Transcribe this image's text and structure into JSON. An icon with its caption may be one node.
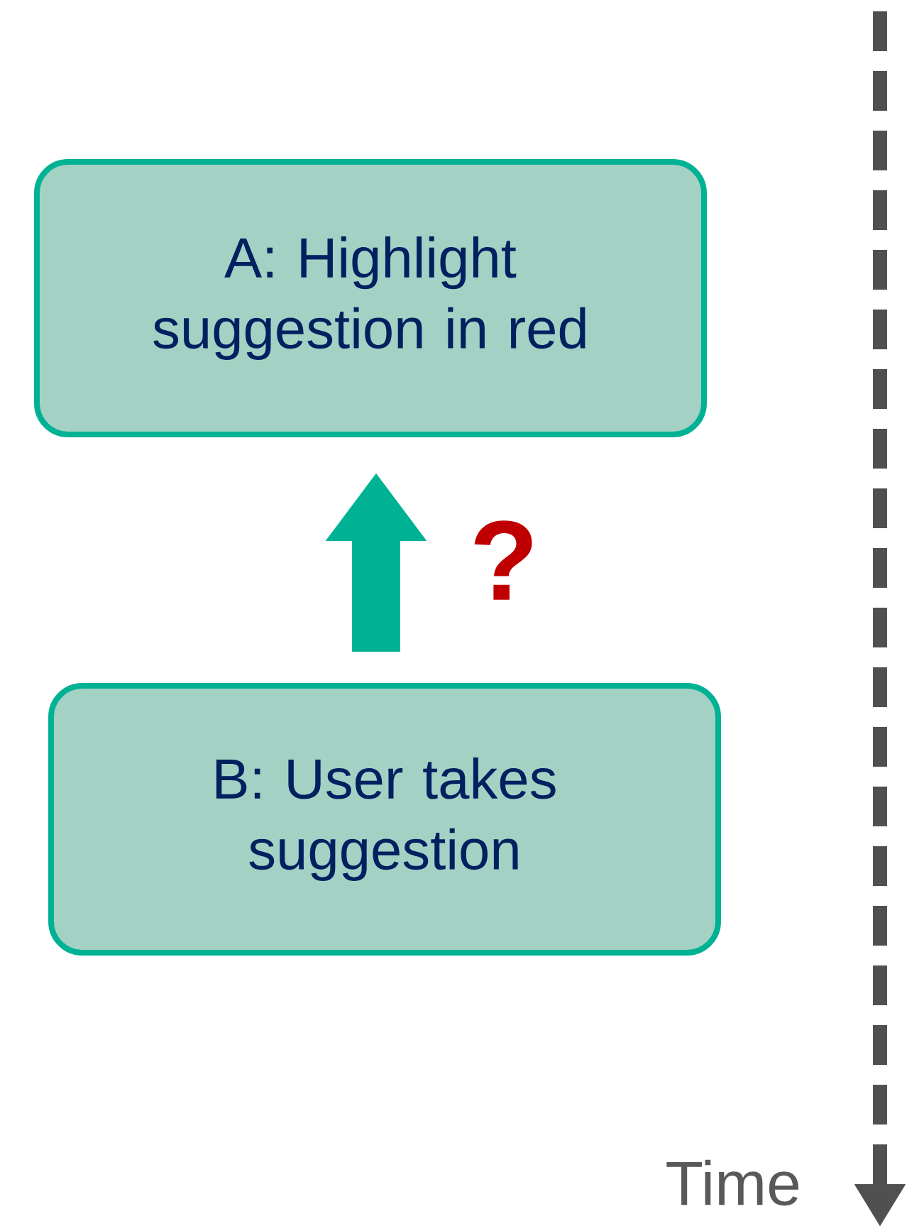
{
  "diagram": {
    "nodes": [
      {
        "text": [
          "A: Highlight suggestion in red"
        ]
      },
      {
        "text": [
          "B: User takes suggestion"
        ]
      }
    ],
    "edges": [
      {
        "from": 1,
        "to": 0,
        "arrow": "to",
        "label": "?",
        "color": "#00b294"
      }
    ],
    "labels": [
      "Time"
    ]
  }
}
